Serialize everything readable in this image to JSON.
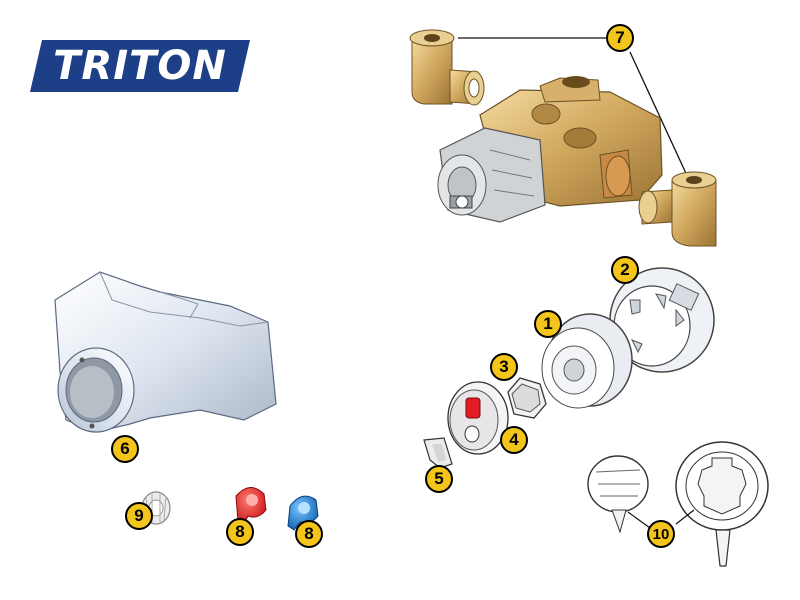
{
  "brand": {
    "logo_text": "TRITON"
  },
  "callouts": [
    "1",
    "2",
    "3",
    "4",
    "5",
    "6",
    "7",
    "8",
    "9",
    "10"
  ],
  "colors": {
    "brand_blue": "#1d3f87",
    "brass": "#c9a25a",
    "callout_fill": "#f3c41a",
    "red_cap": "#e01d26",
    "blue_cap": "#1a7fd4"
  },
  "icons": [
    "valve-body",
    "elbow-connector",
    "shroud",
    "control-knob",
    "retaining-ring",
    "concealing-plate",
    "cam",
    "flow-lever",
    "spacer",
    "temperature-cap",
    "removal-tool"
  ]
}
